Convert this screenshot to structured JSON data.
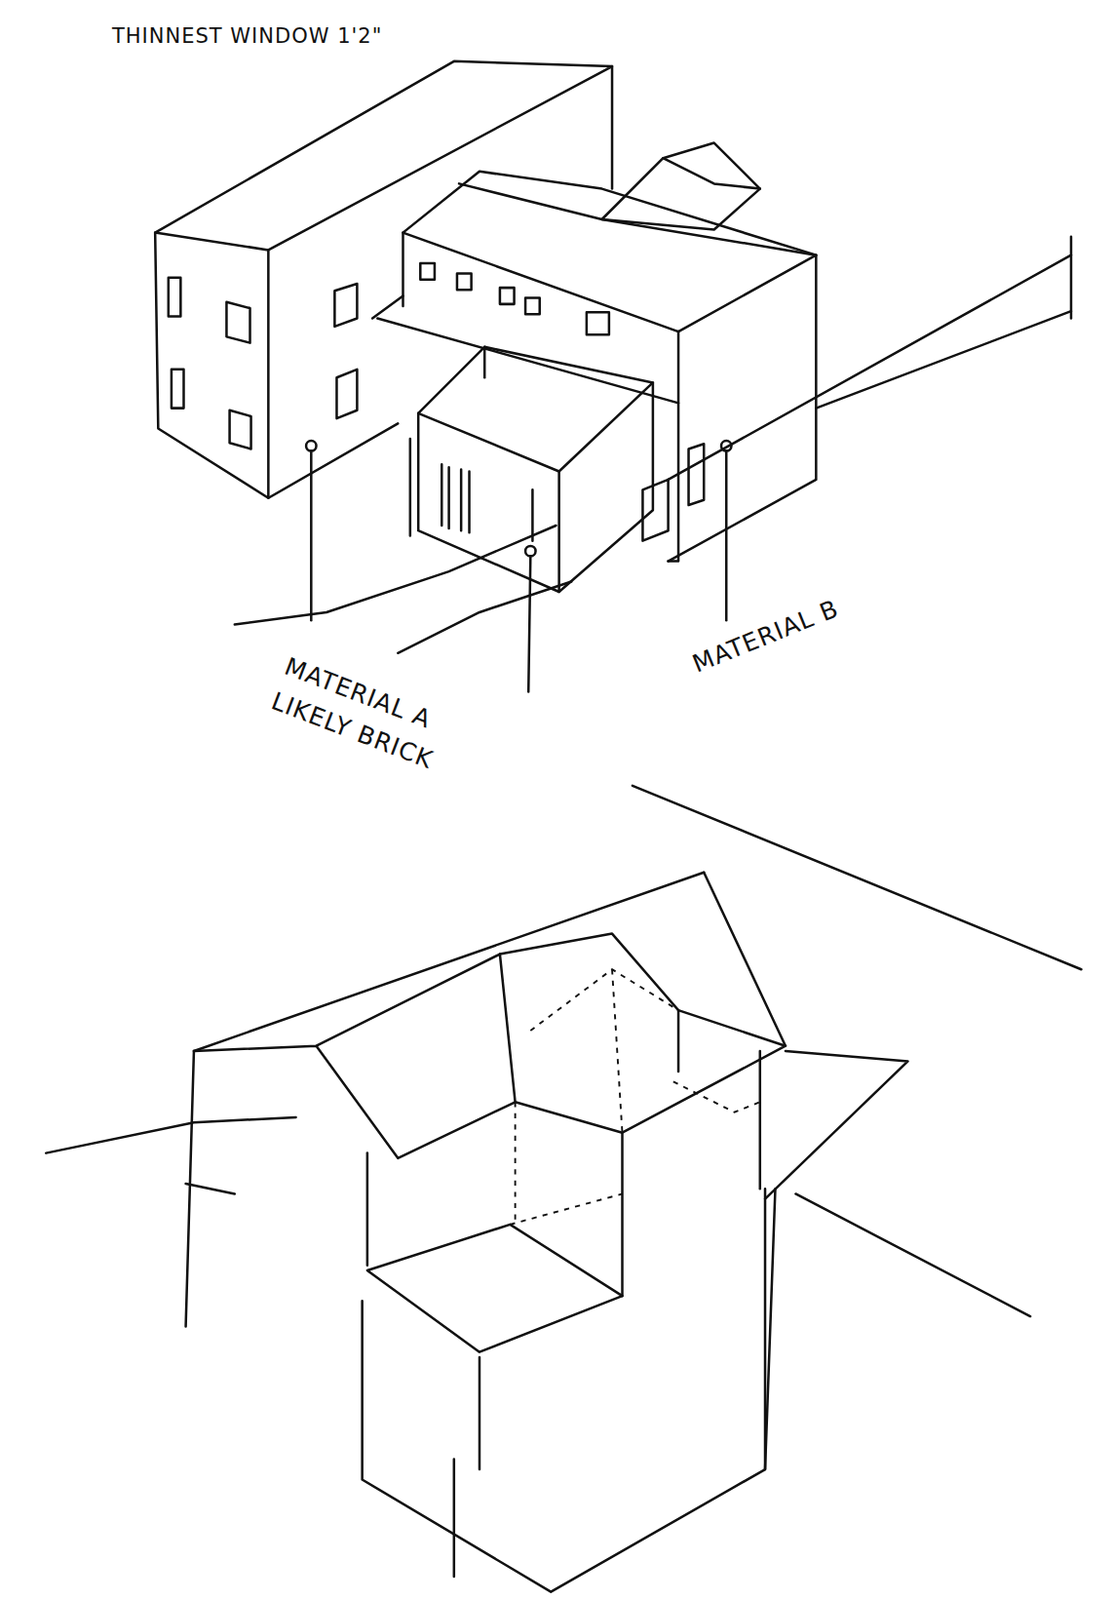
{
  "diagram": {
    "labels": [
      "THINNEST WINDOW 1'2\"",
      "MATERIAL A LIKELY BRICK",
      "MATERIAL B"
    ]
  }
}
